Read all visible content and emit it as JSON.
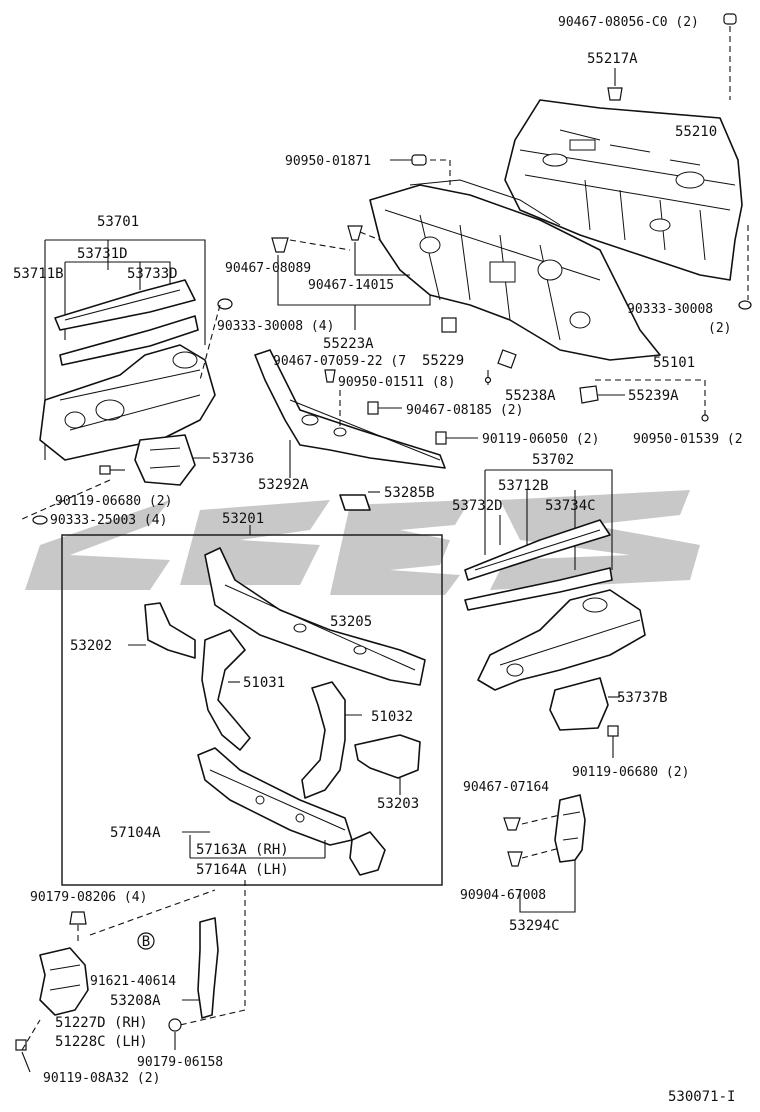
{
  "figure_id": "530071-I",
  "circle_marker": "B",
  "watermark_text": "",
  "colors": {
    "line": "#111111",
    "background": "#ffffff",
    "watermark": "#9a9a9a"
  },
  "labels": {
    "p90467_08056": "90467-08056-C0 (2)",
    "p55217A": "55217A",
    "p55210": "55210",
    "p90950_01871": "90950-01871",
    "p53701": "53701",
    "p53731D": "53731D",
    "p53711B": "53711B",
    "p53733D": "53733D",
    "p90467_08089": "90467-08089",
    "p90467_14015": "90467-14015",
    "p90333_30008_l": "90333-30008 (4)",
    "p55223A": "55223A",
    "p90467_07059": "90467-07059-22 (7",
    "p55229": "55229",
    "p90950_01511": "90950-01511 (8)",
    "p55238A": "55238A",
    "p55101": "55101",
    "p90333_30008_r": "90333-30008",
    "p90333_30008_r_qty": "(2)",
    "p55239A": "55239A",
    "p90467_08185": "90467-08185 (2)",
    "p90119_06050": "90119-06050 (2)",
    "p90950_01539": "90950-01539 (2",
    "p53736": "53736",
    "p53292A": "53292A",
    "p53702": "53702",
    "p90119_06680_l": "90119-06680 (2)",
    "p53712B": "53712B",
    "p53285B": "53285B",
    "p90333_25003": "90333-25003 (4)",
    "p53732D": "53732D",
    "p53734C": "53734C",
    "p53201": "53201",
    "p53205": "53205",
    "p53202": "53202",
    "p51031": "51031",
    "p51032": "51032",
    "p53737B": "53737B",
    "p53203": "53203",
    "p90119_06680_r": "90119-06680 (2)",
    "p90467_07164": "90467-07164",
    "p57104A": "57104A",
    "p57163A": "57163A (RH)",
    "p57164A": "57164A (LH)",
    "p90179_08206": "90179-08206 (4)",
    "p90904_67008": "90904-67008",
    "p53294C": "53294C",
    "p91621_40614": "91621-40614",
    "p53208A": "53208A",
    "p51227D": "51227D (RH)",
    "p51228C": "51228C (LH)",
    "p90179_06158": "90179-06158",
    "p90119_08A32": "90119-08A32 (2)"
  }
}
